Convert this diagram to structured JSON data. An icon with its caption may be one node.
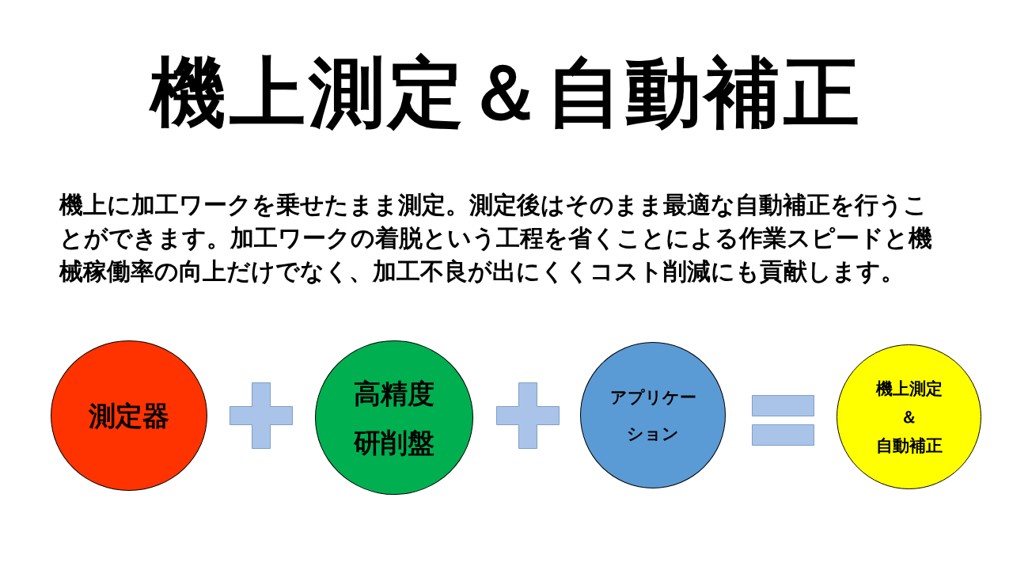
{
  "diagram": {
    "title": "機上測定＆自動補正",
    "nodes": [
      {
        "text": [
          "測定器"
        ]
      },
      {
        "text": [
          "高精度研削盤"
        ]
      },
      {
        "text": [
          "アプリケーション"
        ]
      },
      {
        "text": [
          "機上測定",
          "＆",
          "自動補正"
        ]
      }
    ],
    "edges": [],
    "labels": [
      "機上に加工ワークを乗せたまま測定。測定後はそのまま最適な自動補正を行うことができます。加工ワークの着脱という工程を省くことによる作業スピードと機械稼働率の向上だけでなく、加工不良が出にくくコスト削減にも貢献します。"
    ]
  }
}
